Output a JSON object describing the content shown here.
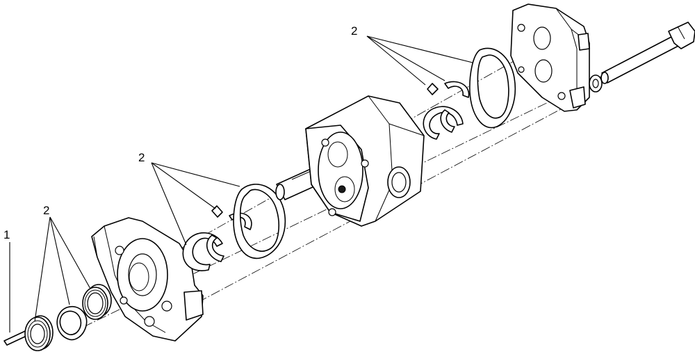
{
  "callouts": {
    "c1": "1",
    "c2_seal": "2",
    "c2_front": "2",
    "c2_rear": "2"
  }
}
